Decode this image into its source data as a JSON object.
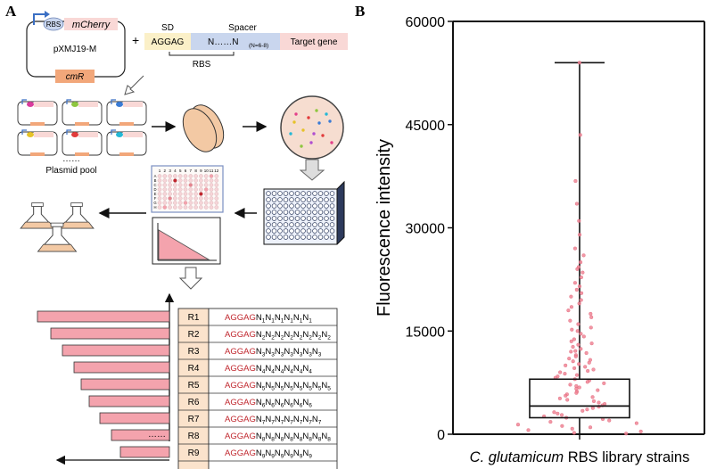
{
  "panels": {
    "a_label": "A",
    "b_label": "B"
  },
  "panel_a": {
    "plasmid": {
      "rbs": "RBS",
      "gene": "mCherry",
      "name": "pXMJ19-M",
      "marker": "cmR"
    },
    "plus": "+",
    "cassette": {
      "sd_label": "SD",
      "spacer_label": "Spacer",
      "sd_seq": "AGGAG",
      "spacer_seq": "N……N",
      "spacer_sub": "(N=6-8)",
      "target": "Target gene",
      "rbs_label": "RBS"
    },
    "pool_label": "Plasmid pool",
    "pool_dots": "……",
    "plate_cols": [
      "1",
      "2",
      "3",
      "4",
      "5",
      "6",
      "7",
      "8",
      "9",
      "10",
      "11",
      "12"
    ],
    "plate_rows": [
      "A",
      "B",
      "C",
      "D",
      "E",
      "F",
      "G",
      "H"
    ],
    "table": {
      "rows": [
        {
          "id": "R1",
          "prefix": "AGGAG",
          "n": "1",
          "count": 6
        },
        {
          "id": "R2",
          "prefix": "AGGAG",
          "n": "2",
          "count": 8
        },
        {
          "id": "R3",
          "prefix": "AGGAG",
          "n": "3",
          "count": 7
        },
        {
          "id": "R4",
          "prefix": "AGGAG",
          "n": "4",
          "count": 6
        },
        {
          "id": "R5",
          "prefix": "AGGAG",
          "n": "5",
          "count": 8
        },
        {
          "id": "R6",
          "prefix": "AGGAG",
          "n": "6",
          "count": 6
        },
        {
          "id": "R7",
          "prefix": "AGGAG",
          "n": "7",
          "count": 7
        },
        {
          "id": "R8",
          "prefix": "AGGAG",
          "n": "8",
          "count": 8
        },
        {
          "id": "R9",
          "prefix": "AGGAG",
          "n": "9",
          "count": 6
        }
      ],
      "last_id": "……",
      "last_seq": "……",
      "bar_dots": "……"
    }
  },
  "colors": {
    "pink": "#f4a3ad",
    "red_text": "#c0262d",
    "orange": "#f2a77a",
    "peach": "#f3c9a4",
    "sd_yellow": "#fbf0c8",
    "spacer_blue": "#c9d6ee",
    "target_pink": "#f9d8d6",
    "blue_arrow": "#3a6fc4",
    "dots": "#f08595"
  },
  "chart_data": {
    "type": "box-scatter",
    "title": "",
    "ylabel": "Fluorescence intensity",
    "xlabel_italic": "C. glutamicum",
    "xlabel_rest": " RBS library strains",
    "ylim": [
      0,
      60000
    ],
    "yticks": [
      "0",
      "15000",
      "30000",
      "45000",
      "60000"
    ],
    "box": {
      "min": 0,
      "q1": 2400,
      "median": 4100,
      "q3": 8000,
      "max": 54000
    },
    "points_note": "",
    "points": [
      54000,
      43500,
      36800,
      33500,
      31000,
      29000,
      27000,
      26000,
      25000,
      24300,
      24000,
      23500,
      22800,
      22000,
      21500,
      21000,
      20500,
      20000,
      19500,
      19000,
      18500,
      18000,
      17500,
      17000,
      16500,
      16000,
      15500,
      15200,
      15000,
      14600,
      14200,
      13800,
      13500,
      13200,
      13000,
      12700,
      12400,
      12100,
      12000,
      11800,
      11500,
      11300,
      11000,
      10800,
      10600,
      10400,
      10200,
      10000,
      9800,
      9600,
      9400,
      9200,
      9000,
      8800,
      8600,
      8400,
      8200,
      8000,
      7800,
      7600,
      7400,
      7200,
      7000,
      6800,
      6600,
      6400,
      6200,
      6000,
      5800,
      5600,
      5400,
      5200,
      5000,
      4800,
      4600,
      4400,
      4200,
      4000,
      3800,
      3600,
      3400,
      3200,
      3000,
      2800,
      2600,
      2400,
      2200,
      2000,
      1800,
      1600,
      1400,
      1200,
      1000,
      800,
      600,
      400,
      200,
      100
    ]
  }
}
